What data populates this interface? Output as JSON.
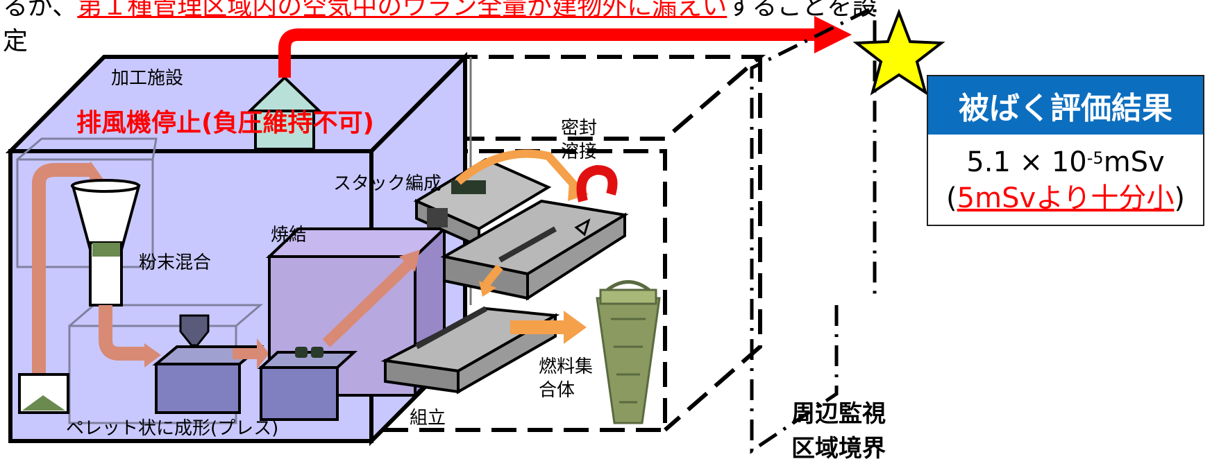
{
  "caption": {
    "line1_pre": "るが、",
    "line1_red": "第１種管理区域内の空気中のウラン全量が建物外に漏えい",
    "line1_post": "することを設",
    "line2": "定"
  },
  "labels": {
    "facility": "加工施設",
    "fan_stop": "排風機停止(負圧維持不可)",
    "powder_mixing": "粉末混合",
    "sintering": "焼結",
    "stack_forming": "スタック編成",
    "sealing": "密封溶接",
    "pellet_press": "ペレット状に成形(プレス)",
    "assembly": "組立",
    "fuel_assembly": "燃料集合体",
    "boundary": "周辺監視区域境界"
  },
  "result": {
    "title": "被ばく評価結果",
    "value_pre": "5.1 × 10",
    "value_exp": "-5",
    "value_unit": "mSv",
    "note_open": "(",
    "note_red": "5mSvより十分小",
    "note_close": ")"
  },
  "colors": {
    "red": "#ff0000",
    "facility_fill": "#c8c8ff",
    "result_header": "#0c6ebf",
    "flow_arrow": "#d88a75",
    "orange_arrow": "#f5a04a",
    "star": "#ffff00"
  }
}
